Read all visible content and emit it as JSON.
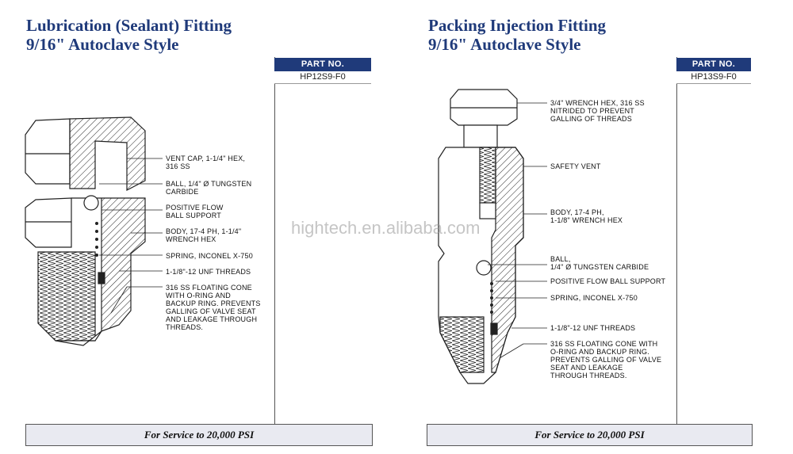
{
  "left": {
    "title_line1": "Lubrication (Sealant) Fitting",
    "title_line2": "9/16\" Autoclave Style",
    "part_header": "PART NO.",
    "part_number": "HP12S9-F0",
    "service": "For Service to 20,000 PSI",
    "callouts": [
      "VENT CAP, 1-1/4\" HEX,\n316 SS",
      "BALL, 1/4\" Ø TUNGSTEN\nCARBIDE",
      "POSITIVE FLOW\nBALL SUPPORT",
      "BODY, 17-4 PH, 1-1/4\"\nWRENCH HEX",
      "SPRING, INCONEL X-750",
      "1-1/8\"-12 UNF THREADS",
      "316 SS FLOATING CONE\nWITH O-RING AND\nBACKUP RING. PREVENTS\nGALLING OF VALVE SEAT\nAND LEAKAGE THROUGH\nTHREADS."
    ]
  },
  "right": {
    "title_line1": "Packing Injection Fitting",
    "title_line2": "9/16\" Autoclave Style",
    "part_header": "PART NO.",
    "part_number": "HP13S9-F0",
    "service": "For Service to 20,000 PSI",
    "callouts": [
      "3/4\" WRENCH HEX, 316 SS\nNITRIDED TO PREVENT\nGALLING OF THREADS",
      "SAFETY VENT",
      "BODY, 17-4 PH,\n1-1/8\" WRENCH HEX",
      "BALL,\n1/4\" Ø TUNGSTEN CARBIDE",
      "POSITIVE FLOW BALL SUPPORT",
      "SPRING, INCONEL X-750",
      "1-1/8\"-12 UNF THREADS",
      "316 SS FLOATING CONE WITH\nO-RING AND BACKUP RING.\nPREVENTS GALLING OF VALVE\nSEAT AND LEAKAGE\nTHROUGH THREADS."
    ]
  },
  "watermark": "hightech.en.alibaba.com"
}
